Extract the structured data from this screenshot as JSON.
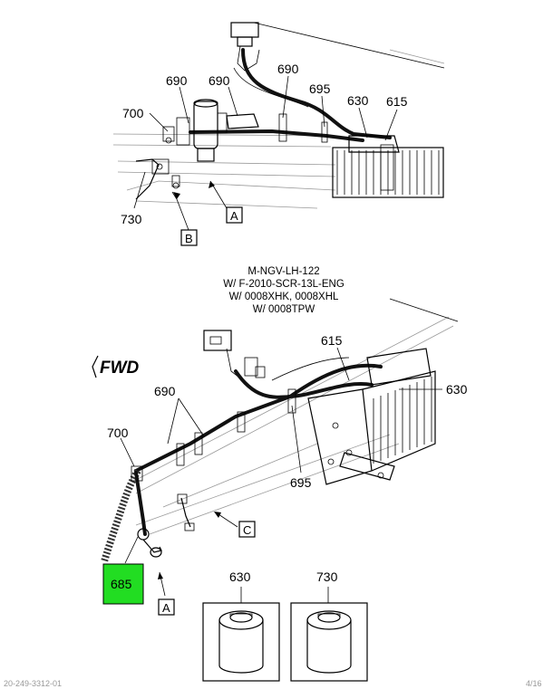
{
  "top_view": {
    "labels": {
      "a": "690",
      "b": "690",
      "c": "690",
      "d": "700",
      "e": "695",
      "f": "630",
      "g": "615",
      "h": "730"
    },
    "box_b": "B",
    "box_a": "A"
  },
  "bottom_view": {
    "note_lines": [
      "M-NGV-LH-122",
      "W/ F-2010-SCR-13L-ENG",
      "W/ 0008XHK, 0008XHL",
      "W/ 0008TPW"
    ],
    "fwd": "FWD",
    "labels": {
      "p615": "615",
      "p690": "690",
      "p630": "630",
      "p700": "700",
      "p695": "695"
    },
    "box_c": "C",
    "box_a": "A",
    "highlight_part": "685",
    "highlight_color": "#22dd22"
  },
  "kits": [
    {
      "part": "630"
    },
    {
      "part": "730"
    }
  ],
  "footer": {
    "left": "20-249-3312-01",
    "right": "4/16"
  }
}
